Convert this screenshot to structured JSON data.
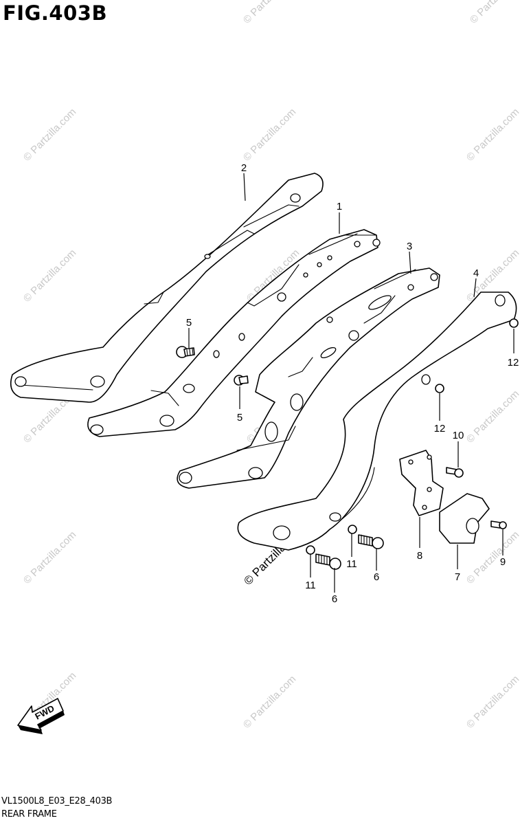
{
  "header": {
    "title": "FIG.403B"
  },
  "footer": {
    "code": "VL1500L8_E03_E28_403B",
    "name": "REAR FRAME"
  },
  "fwd_label": "FWD",
  "watermark": "© Partzilla.com",
  "callouts": [
    "1",
    "2",
    "3",
    "4",
    "5",
    "5",
    "6",
    "6",
    "7",
    "8",
    "9",
    "10",
    "11",
    "11",
    "12",
    "12"
  ]
}
